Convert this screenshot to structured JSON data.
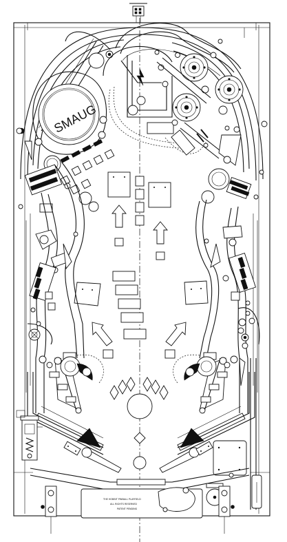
{
  "playfield": {
    "center_label": "SMAUG",
    "fine_print": [
      "THE HOBBIT PINBALL PLAYFIELD",
      "ALL RIGHTS RESERVED",
      "PATENT PENDING"
    ]
  }
}
